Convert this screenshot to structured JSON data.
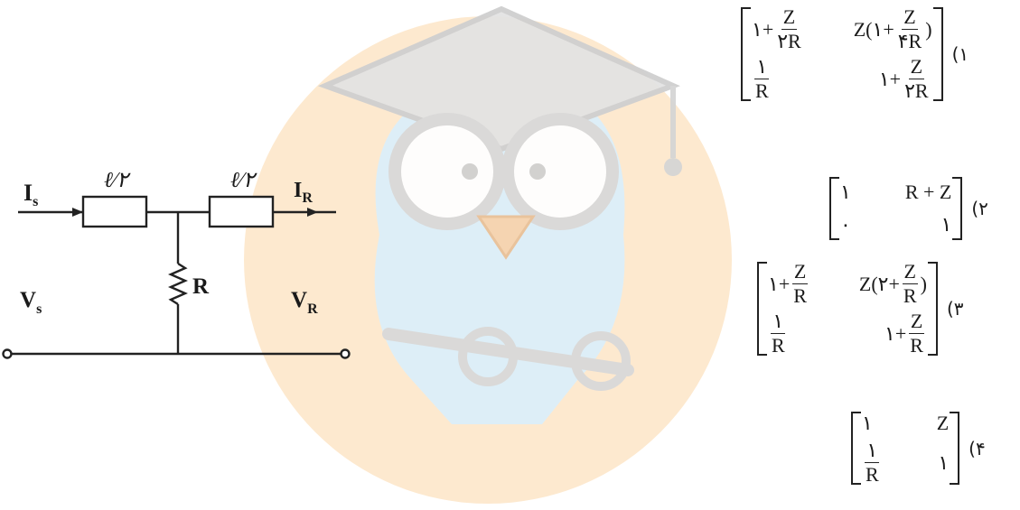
{
  "circuit": {
    "labels": {
      "is": "I",
      "is_sub": "s",
      "ir": "I",
      "ir_sub": "R",
      "vs": "V",
      "vs_sub": "s",
      "vr": "V",
      "vr_sub": "R",
      "r": "R",
      "z_left": "ℓ⁄۲",
      "z_right": "ℓ⁄۲"
    }
  },
  "options": [
    {
      "number": "(۱",
      "a11": {
        "prefix": "۱+",
        "num": "Z",
        "den": "۲R"
      },
      "a12": {
        "prefix": "Z(۱+",
        "num": "Z",
        "den": "۴R",
        "suffix": ")"
      },
      "a21": {
        "num": "۱",
        "den": "R"
      },
      "a22": {
        "prefix": "۱+",
        "num": "Z",
        "den": "۲R"
      }
    },
    {
      "number": "(۲",
      "a11": "۱",
      "a12": "R + Z",
      "a21": "۰",
      "a22": "۱"
    },
    {
      "number": "(۳",
      "a11": {
        "prefix": "۱+",
        "num": "Z",
        "den": "R"
      },
      "a12": {
        "prefix": "Z(۲+",
        "num": "Z",
        "den": "R",
        "suffix": ")"
      },
      "a21": {
        "num": "۱",
        "den": "R"
      },
      "a22": {
        "prefix": "۱+",
        "num": "Z",
        "den": "R"
      }
    },
    {
      "number": "(۴",
      "a11": "۱",
      "a12": "Z",
      "a21": {
        "num": "۱",
        "den": "R"
      },
      "a22": "۱"
    }
  ],
  "colors": {
    "watermark_orange": "#fde9cf",
    "watermark_blue": "#dceffa",
    "watermark_gray": "#e6e6e6",
    "ink": "#1a1a1a"
  }
}
